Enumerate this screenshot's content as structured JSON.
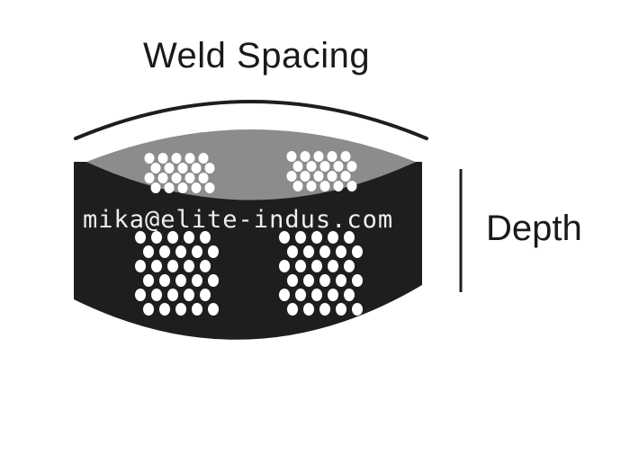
{
  "diagram": {
    "title": "Weld Spacing",
    "depth_label": "Depth",
    "watermark": "mika@elite-indus.com",
    "colors": {
      "body": "#1e1e1e",
      "top_surface": "#8c8c8c",
      "holes": "#ffffff",
      "lines": "#1e1e1e"
    }
  }
}
